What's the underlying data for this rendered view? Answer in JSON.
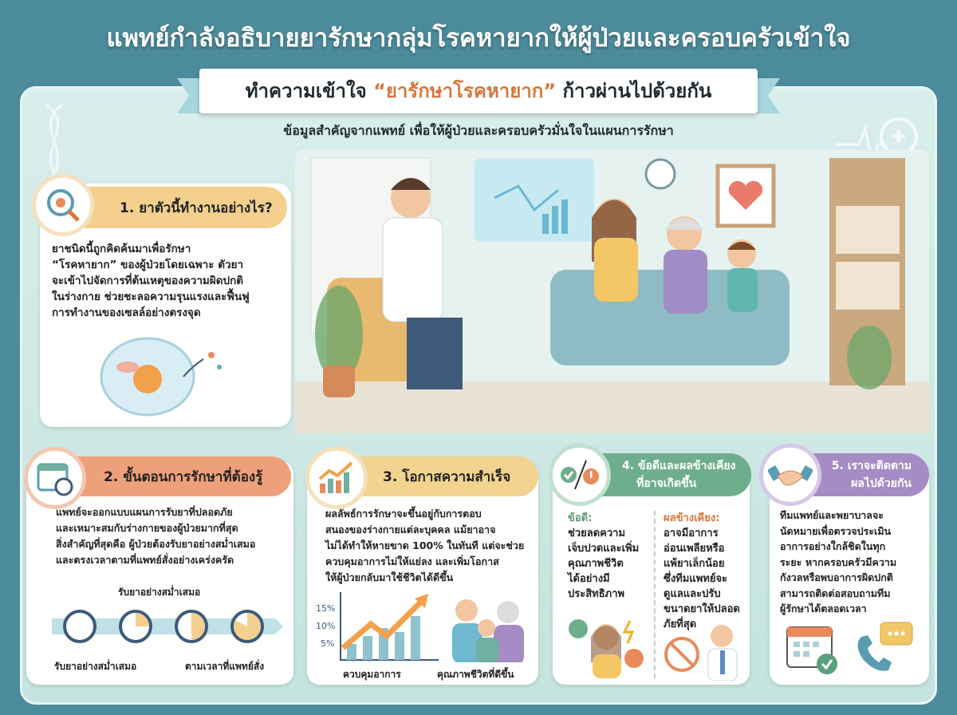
{
  "header": {
    "title": "แพทย์กำลังอธิบายยารักษากลุ่มโรคหายากให้ผู้ป่วยและครอบครัวเข้าใจ",
    "banner_prefix": "ทำความเข้าใจ",
    "banner_highlight": "“ยารักษาโรคหายาก”",
    "banner_suffix": "ก้าวผ่านไปด้วยกัน",
    "subtitle": "ข้อมูลสำคัญจากแพทย์ เพื่อให้ผู้ป่วยและครอบครัวมั่นใจในแผนการรักษา"
  },
  "colors": {
    "background": "#4b8b9b",
    "highlight": "#d8763c",
    "section1": "#f3d08e",
    "section2": "#eea07a",
    "section3": "#f2d38f",
    "section4": "#6fae8c",
    "section5": "#a58cc4"
  },
  "sections": [
    {
      "title": "1. ยาตัวนี้ทำงานอย่างไร?",
      "icon": "target-magnifier-icon",
      "body": [
        "ยาชนิดนี้ถูกคิดค้นมาเพื่อรักษา",
        "“โรคหายาก” ของผู้ป่วยโดยเฉพาะ ตัวยา",
        "จะเข้าไปจัดการที่ต้นเหตุของความผิดปกติ",
        "ในร่างกาย ช่วยชะลอความรุนแรงและฟื้นฟู",
        "การทำงานของเซลล์อย่างตรงจุด"
      ]
    },
    {
      "title": "2. ขั้นตอนการรักษาที่ต้องรู้",
      "icon": "calendar-clock-icon",
      "body": [
        "แพทย์จะออกแบบแผนการรับยาที่ปลอดภัย",
        "และเหมาะสมกับร่างกายของผู้ป่วยมากที่สุด",
        "สิ่งสำคัญที่สุดคือ ผู้ป่วยต้องรับยาอย่างสม่ำเสมอ",
        "และตรงเวลาตามที่แพทย์สั่งอย่างเคร่งครัด"
      ],
      "timeline_top": "รับยาอย่างสม่ำเสมอ",
      "timeline_bottom_left": "รับยาอย่างสม่ำเสมอ",
      "timeline_bottom_right": "ตามเวลาที่แพทย์สั่ง"
    },
    {
      "title": "3. โอกาสความสำเร็จ",
      "icon": "growth-chart-icon",
      "body": [
        "ผลลัพธ์การรักษาจะขึ้นอยู่กับการตอบ",
        "สนองของร่างกายแต่ละบุคคล แม้ยาอาจ",
        "ไม่ได้ทำให้หายขาด 100% ในทันที แต่จะช่วย",
        "ควบคุมอาการไม่ให้แย่ลง และเพิ่มโอกาส",
        "ให้ผู้ป่วยกลับมาใช้ชีวิตได้ดีขึ้น"
      ],
      "chart_ticks": [
        "15%",
        "10%",
        "5%"
      ],
      "chart_caption": "ควบคุมอาการ",
      "family_caption": "คุณภาพชีวิตที่ดีขึ้น"
    },
    {
      "title_line1": "4. ข้อดีและผลข้างเคียง",
      "title_line2": "ที่อาจเกิดขึ้น",
      "icon": "check-warning-icon",
      "pros_label": "ข้อดี:",
      "pros": [
        "ช่วยลดความ",
        "เจ็บปวดและเพิ่ม",
        "คุณภาพชีวิต",
        "ได้อย่างมี",
        "ประสิทธิภาพ"
      ],
      "cons_label": "ผลข้างเคียง:",
      "cons": [
        "อาจมีอาการ",
        "อ่อนเพลียหรือ",
        "แพ้ยาเล็กน้อย",
        "ซึ่งทีมแพทย์จะ",
        "ดูแลและปรับ",
        "ขนาดยาให้ปลอด",
        "ภัยที่สุด"
      ]
    },
    {
      "title_line1": "5. เราจะติดตาม",
      "title_line2": "ผลไปด้วยกัน",
      "icon": "handshake-icon",
      "body": [
        "ทีมแพทย์และพยาบาลจะ",
        "นัดหมายเพื่อตรวจประเมิน",
        "อาการอย่างใกล้ชิดในทุก",
        "ระยะ หากครอบครัวมีความ",
        "กังวลหรือพบอาการผิดปกติ",
        "สามารถติดต่อสอบถามทีม",
        "ผู้รักษาได้ตลอดเวลา"
      ]
    }
  ]
}
